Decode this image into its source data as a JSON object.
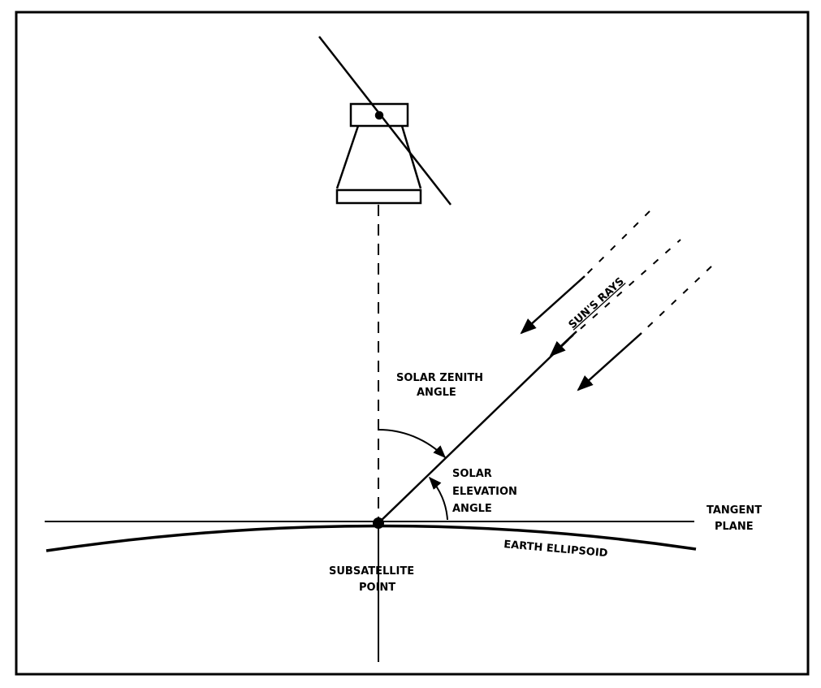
{
  "labels": {
    "solar_zenith_line1": "SOLAR ZENITH",
    "solar_zenith_line2": "ANGLE",
    "solar_elevation_line1": "SOLAR",
    "solar_elevation_line2": "ELEVATION",
    "solar_elevation_line3": "ANGLE",
    "tangent_line1": "TANGENT",
    "tangent_line2": "PLANE",
    "earth_ellipsoid": "EARTH ELLIPSOID",
    "subsatellite_line1": "SUBSATELLITE",
    "subsatellite_line2": "POINT",
    "suns_rays": "SUN'S RAYS"
  },
  "colors": {
    "ink": "#000000",
    "paper": "#ffffff"
  }
}
